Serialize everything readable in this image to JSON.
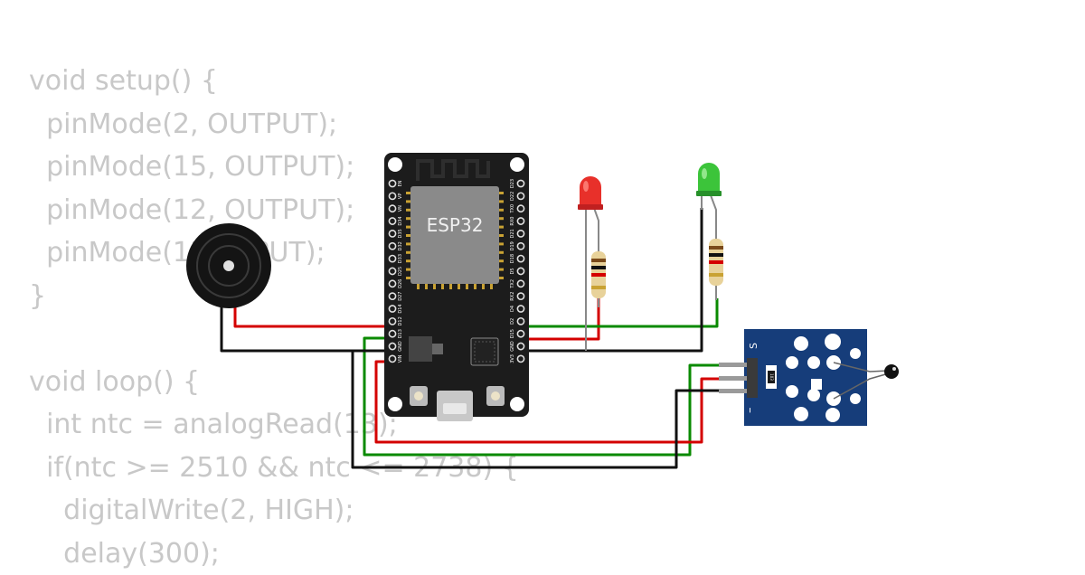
{
  "code_lines": [
    "void setup() {",
    "  pinMode(2, OUTPUT);",
    "  pinMode(15, OUTPUT);",
    "  pinMode(12, OUTPUT);",
    "  pinMode(13, INPUT);",
    "}",
    "",
    "void loop() {",
    "  int ntc = analogRead(13);",
    "  if(ntc >= 2510 && ntc <= 2738) {",
    "    digitalWrite(2, HIGH);",
    "    delay(300);"
  ],
  "board": {
    "chip_label": "ESP32",
    "left_pins": [
      "EN",
      "VP",
      "VN",
      "D34",
      "D35",
      "D32",
      "D33",
      "D25",
      "D26",
      "D27",
      "D14",
      "D12",
      "D13",
      "GND",
      "VIN"
    ],
    "right_pins": [
      "D23",
      "D22",
      "TX0",
      "RX0",
      "D21",
      "D19",
      "D18",
      "D5",
      "TX2",
      "RX2",
      "D4",
      "D2",
      "D15",
      "GND",
      "3V3"
    ]
  },
  "sensor": {
    "signal_label": "S",
    "ground_label": "–",
    "resistor_code": "103"
  },
  "colors": {
    "wire_red": "#d40000",
    "wire_green": "#0a8a00",
    "wire_black": "#111111",
    "led_red": "#e8302a",
    "led_green": "#3cc43a",
    "module_pcb": "#163d7a",
    "board_pcb": "#1c1c1c"
  },
  "icons": [
    "buzzer-icon",
    "led-icon",
    "resistor-icon",
    "thermistor-icon",
    "usb-port-icon"
  ]
}
